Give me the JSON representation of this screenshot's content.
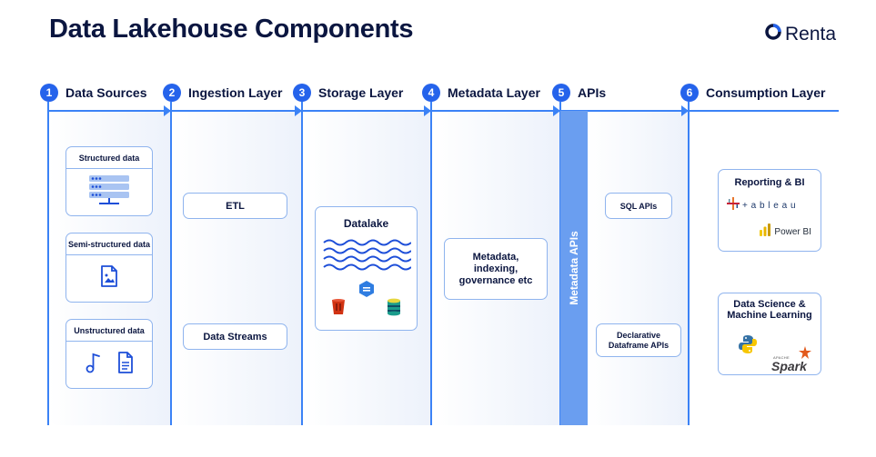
{
  "header": {
    "title": "Data Lakehouse Components",
    "brand": "Renta"
  },
  "steps": [
    {
      "num": "1",
      "label": "Data Sources"
    },
    {
      "num": "2",
      "label": "Ingestion Layer"
    },
    {
      "num": "3",
      "label": "Storage Layer"
    },
    {
      "num": "4",
      "label": "Metadata Layer"
    },
    {
      "num": "5",
      "label": "APIs"
    },
    {
      "num": "6",
      "label": "Consumption Layer"
    }
  ],
  "sources": {
    "structured": "Structured data",
    "semi_structured": "Semi-structured data",
    "unstructured": "Unstructured data"
  },
  "ingestion": {
    "etl": "ETL",
    "streams": "Data Streams"
  },
  "storage": {
    "datalake": "Datalake"
  },
  "metadata": {
    "box": "Metadata, indexing, governance etc"
  },
  "apis": {
    "bar_label": "Metadata APIs",
    "sql": "SQL APIs",
    "declarative": "Declarative Dataframe APIs"
  },
  "consumption": {
    "reporting_title": "Reporting & BI",
    "tableau": "+ a b l e a u",
    "powerbi": "Power BI",
    "ds_title": "Data Science & Machine Learning",
    "spark": "Spark",
    "apache": "APACHE"
  },
  "colors": {
    "accent": "#2563eb",
    "border": "#8fb4ee",
    "meta_bar": "#6a9ef0",
    "navy": "#0b1640"
  }
}
